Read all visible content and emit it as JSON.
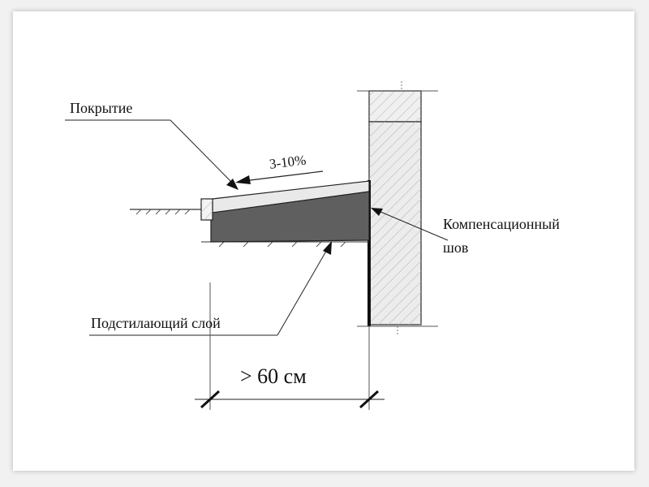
{
  "labels": {
    "coating": "Покрытие",
    "slope": "3-10%",
    "joint_line1": "Компенсационный",
    "joint_line2": "шов",
    "underlay": "Подстилающий слой",
    "dimension": "> 60 см"
  },
  "colors": {
    "underlay_fill": "#5f5f5f",
    "coating_fill": "#e9e9e9",
    "wall_fill": "#ececec",
    "ink": "#111111"
  }
}
